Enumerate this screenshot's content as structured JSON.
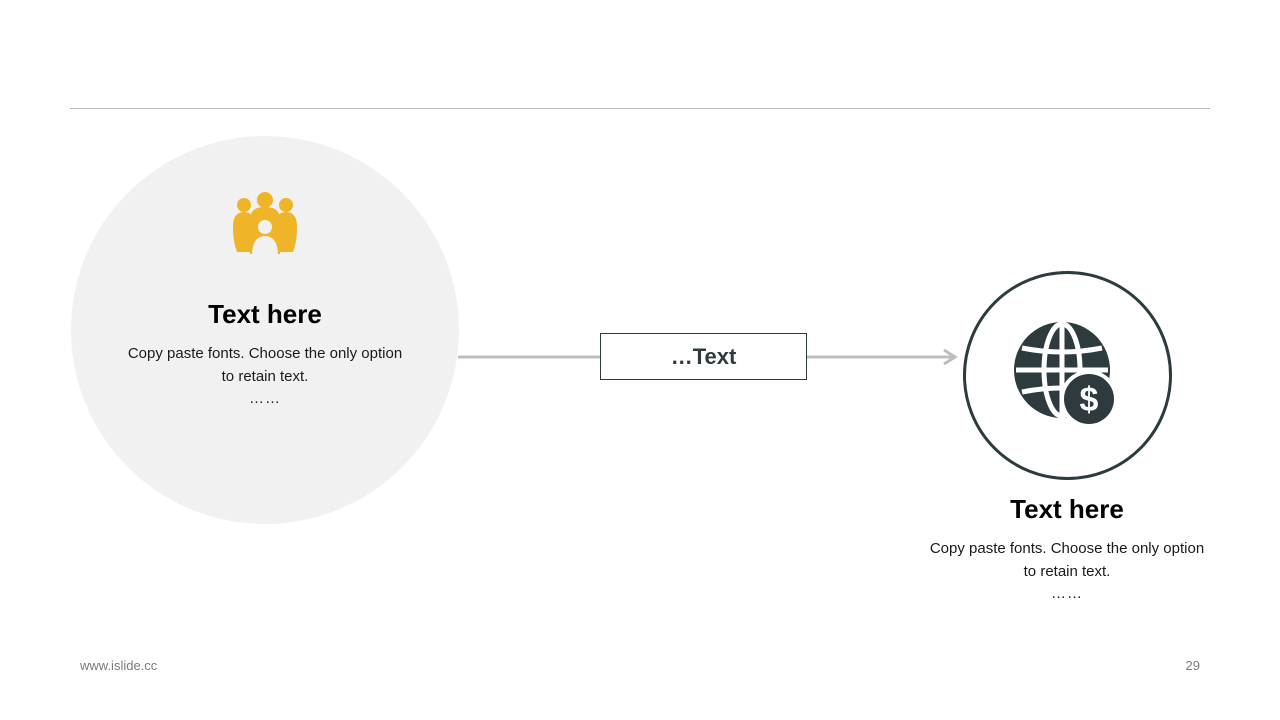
{
  "colors": {
    "accent_yellow": "#F0B429",
    "dark_slate": "#2D3B3E",
    "circle_fill": "#F1F1F1",
    "connector_gray": "#BDBDBD"
  },
  "left_block": {
    "icon": "people-group-icon",
    "title": "Text here",
    "body": "Copy paste fonts. Choose the only option to retain text.",
    "ellipsis": "……"
  },
  "connector": {
    "label": "…Text"
  },
  "right_block": {
    "icon": "globe-dollar-icon",
    "title": "Text here",
    "body": "Copy paste fonts. Choose the only option to retain text.",
    "ellipsis": "……"
  },
  "footer": {
    "url": "www.islide.cc",
    "page_number": "29"
  }
}
